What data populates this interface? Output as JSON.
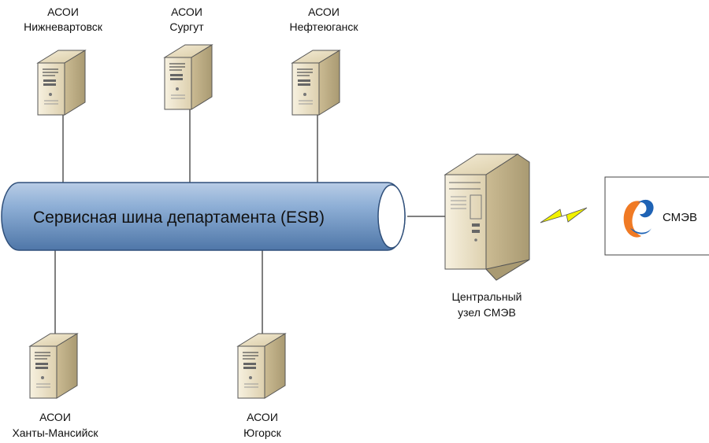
{
  "bus": {
    "label": "Сервисная шина департамента (ESB)"
  },
  "nodes": {
    "nizhnevartovsk": {
      "line1": "АСОИ",
      "line2": "Нижневартовск"
    },
    "surgut": {
      "line1": "АСОИ",
      "line2": "Сургут"
    },
    "nefteyugansk": {
      "line1": "АСОИ",
      "line2": "Нефтеюганск"
    },
    "khanty": {
      "line1": "АСОИ",
      "line2": "Ханты-Мансийск"
    },
    "yugorsk": {
      "line1": "АСОИ",
      "line2": "Югорск"
    }
  },
  "central": {
    "line1": "Центральный",
    "line2": "узел СМЭВ"
  },
  "smev": {
    "label": "СМЭВ"
  },
  "colors": {
    "pipe": "#7d9fca",
    "pipe_outline": "#2f4f7a",
    "server_front": "#ece3cc",
    "server_side": "#d4c6a2",
    "server_outline": "#4a4a4a",
    "lightning": "#f2f200",
    "logo_orange": "#f07a24",
    "logo_blue": "#1f63b5",
    "connector": "#000000"
  }
}
